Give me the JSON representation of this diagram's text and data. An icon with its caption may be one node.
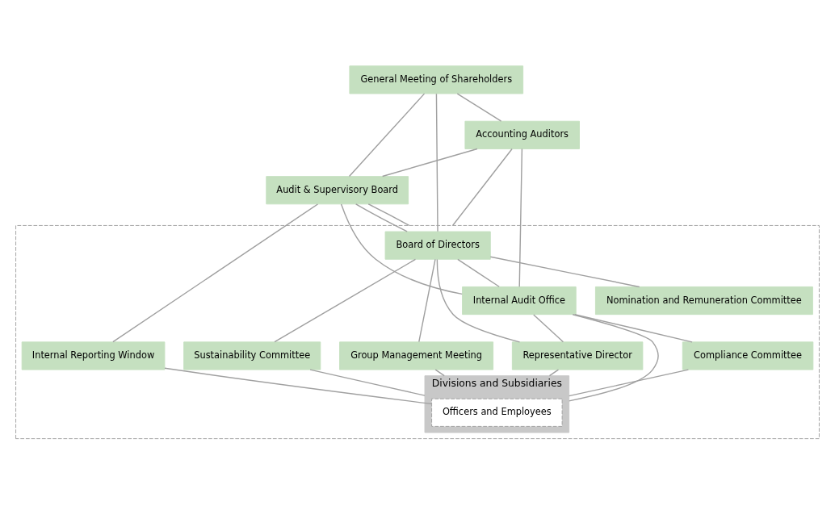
{
  "diagram": {
    "nodes": [
      {
        "text": [
          "General Meeting of Shareholders"
        ]
      },
      {
        "text": [
          "Accounting Auditors"
        ]
      },
      {
        "text": [
          "Audit & Supervisory Board"
        ]
      },
      {
        "text": [],
        "shape": "box"
      },
      {
        "text": [
          "Board of Directors"
        ],
        "in": 3
      },
      {
        "text": [
          "Nomination and Remuneration Committee"
        ],
        "in": 3
      },
      {
        "text": [
          "Internal Audit Office"
        ],
        "in": 3
      },
      {
        "text": [
          "Representative Director"
        ],
        "in": 3
      },
      {
        "text": [
          "Compliance Committee"
        ],
        "in": 3
      },
      {
        "text": [
          "Sustainability Committee"
        ],
        "in": 3
      },
      {
        "text": [
          "Group Management Meeting"
        ],
        "in": 3
      },
      {
        "text": [
          "Internal Reporting Window"
        ],
        "in": 3
      },
      {
        "text": [
          "Divisions and Subsidiaries"
        ],
        "in": 3
      },
      {
        "text": [
          "Officers and Employees"
        ],
        "in": 12
      }
    ],
    "edges": [
      {
        "from": 0,
        "to": 1,
        "arrow": "none"
      },
      {
        "from": 0,
        "to": 2,
        "arrow": "none"
      },
      {
        "from": 0,
        "to": 4,
        "arrow": "none"
      },
      {
        "from": 2,
        "to": 4,
        "arrow": "none"
      },
      {
        "from": 4,
        "to": 5,
        "arrow": "none"
      },
      {
        "from": 4,
        "to": 6,
        "arrow": "none"
      },
      {
        "from": 4,
        "to": 7,
        "arrow": "none"
      },
      {
        "from": 4,
        "to": 9,
        "arrow": "none"
      },
      {
        "from": 4,
        "to": 10,
        "arrow": "none"
      },
      {
        "from": 1,
        "to": 2,
        "arrow": "none"
      },
      {
        "from": 2,
        "to": 6,
        "arrow": "none"
      },
      {
        "from": 6,
        "to": 7,
        "arrow": "none"
      },
      {
        "from": 2,
        "to": 3,
        "arrow": "none"
      },
      {
        "from": 6,
        "to": 8,
        "arrow": "none"
      },
      {
        "from": 8,
        "to": 12,
        "arrow": "none"
      },
      {
        "from": 7,
        "to": 12,
        "arrow": "none"
      },
      {
        "from": 9,
        "to": 12,
        "arrow": "none"
      },
      {
        "from": 10,
        "to": 12,
        "arrow": "none"
      },
      {
        "from": 1,
        "to": 6,
        "arrow": "none"
      },
      {
        "from": 6,
        "to": 12,
        "arrow": "none"
      },
      {
        "from": 2,
        "to": 11,
        "arrow": "none"
      },
      {
        "from": 11,
        "to": 13,
        "arrow": "none"
      },
      {
        "from": 1,
        "to": 3,
        "arrow": "none"
      }
    ]
  }
}
